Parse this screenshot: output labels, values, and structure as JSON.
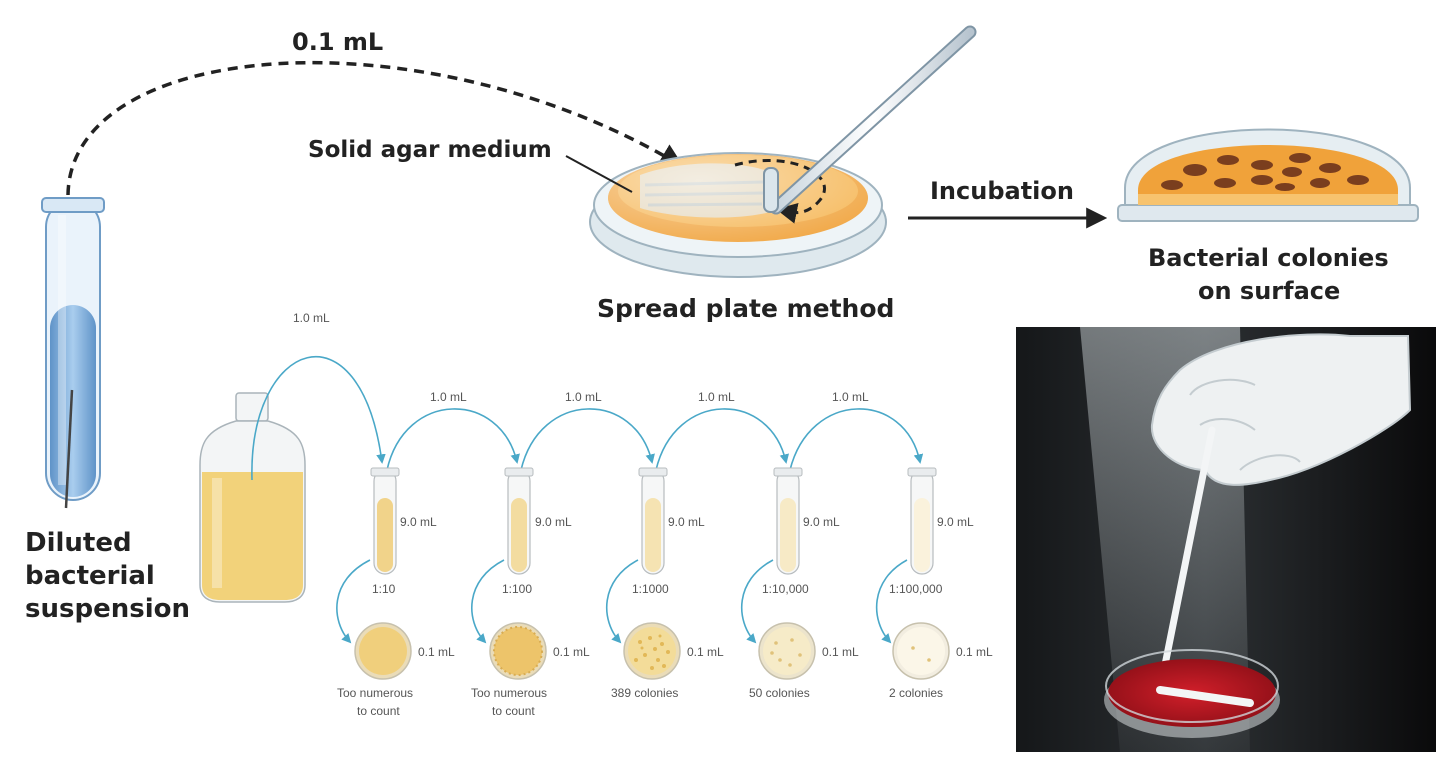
{
  "top": {
    "transfer_volume": "0.1 mL",
    "agar_label": "Solid agar medium",
    "method_label": "Spread plate method",
    "incubation_label": "Incubation",
    "colonies_label_line1": "Bacterial colonies",
    "colonies_label_line2": "on surface",
    "tube_label_line1": "Diluted",
    "tube_label_line2": "bacterial",
    "tube_label_line3": "suspension"
  },
  "dilution": {
    "first_transfer": "1.0 mL",
    "transfers": [
      "1.0 mL",
      "1.0 mL",
      "1.0 mL",
      "1.0 mL"
    ],
    "tubes": [
      {
        "volume": "9.0 mL",
        "ratio": "1:10",
        "plate_volume": "0.1 mL",
        "result_line1": "Too numerous",
        "result_line2": "to count"
      },
      {
        "volume": "9.0 mL",
        "ratio": "1:100",
        "plate_volume": "0.1 mL",
        "result_line1": "Too numerous",
        "result_line2": "to count"
      },
      {
        "volume": "9.0 mL",
        "ratio": "1:1000",
        "plate_volume": "0.1 mL",
        "result_line1": "389 colonies",
        "result_line2": ""
      },
      {
        "volume": "9.0 mL",
        "ratio": "1:10,000",
        "plate_volume": "0.1 mL",
        "result_line1": "50 colonies",
        "result_line2": ""
      },
      {
        "volume": "9.0 mL",
        "ratio": "1:100,000",
        "plate_volume": "0.1 mL",
        "result_line1": "2 colonies",
        "result_line2": ""
      }
    ]
  },
  "colors": {
    "agar_orange": "#f0a23a",
    "colony_brown": "#7a3e1e",
    "tube_blue": "#7fb0dc",
    "arrow_blue": "#4aa8c8",
    "culture_yellow": "#f2d27a",
    "photo_agar_red": "#b5121b"
  }
}
